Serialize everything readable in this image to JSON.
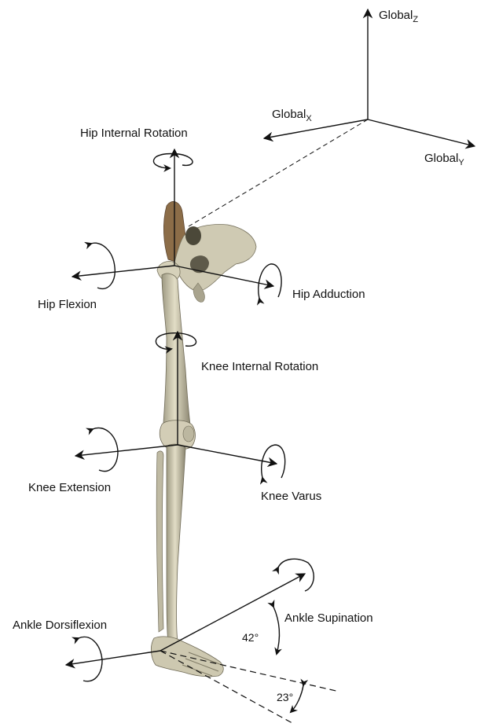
{
  "global_axes": {
    "z": {
      "base": "Global",
      "sub": "Z"
    },
    "x": {
      "base": "Global",
      "sub": "X"
    },
    "y": {
      "base": "Global",
      "sub": "Y"
    }
  },
  "labels": {
    "hip_internal_rotation": "Hip Internal Rotation",
    "hip_flexion": "Hip Flexion",
    "hip_adduction": "Hip Adduction",
    "knee_internal_rotation": "Knee Internal Rotation",
    "knee_extension": "Knee Extension",
    "knee_varus": "Knee Varus",
    "ankle_dorsiflexion": "Ankle Dorsiflexion",
    "ankle_supination": "Ankle Supination"
  },
  "angles": {
    "ankle_axis_angle": "42°",
    "foot_angle": "23°"
  },
  "colors": {
    "bone": "#cdc8b0",
    "bone_shadow": "#8f8a72",
    "pelvis_accent": "#9c7b52",
    "line": "#111111"
  }
}
